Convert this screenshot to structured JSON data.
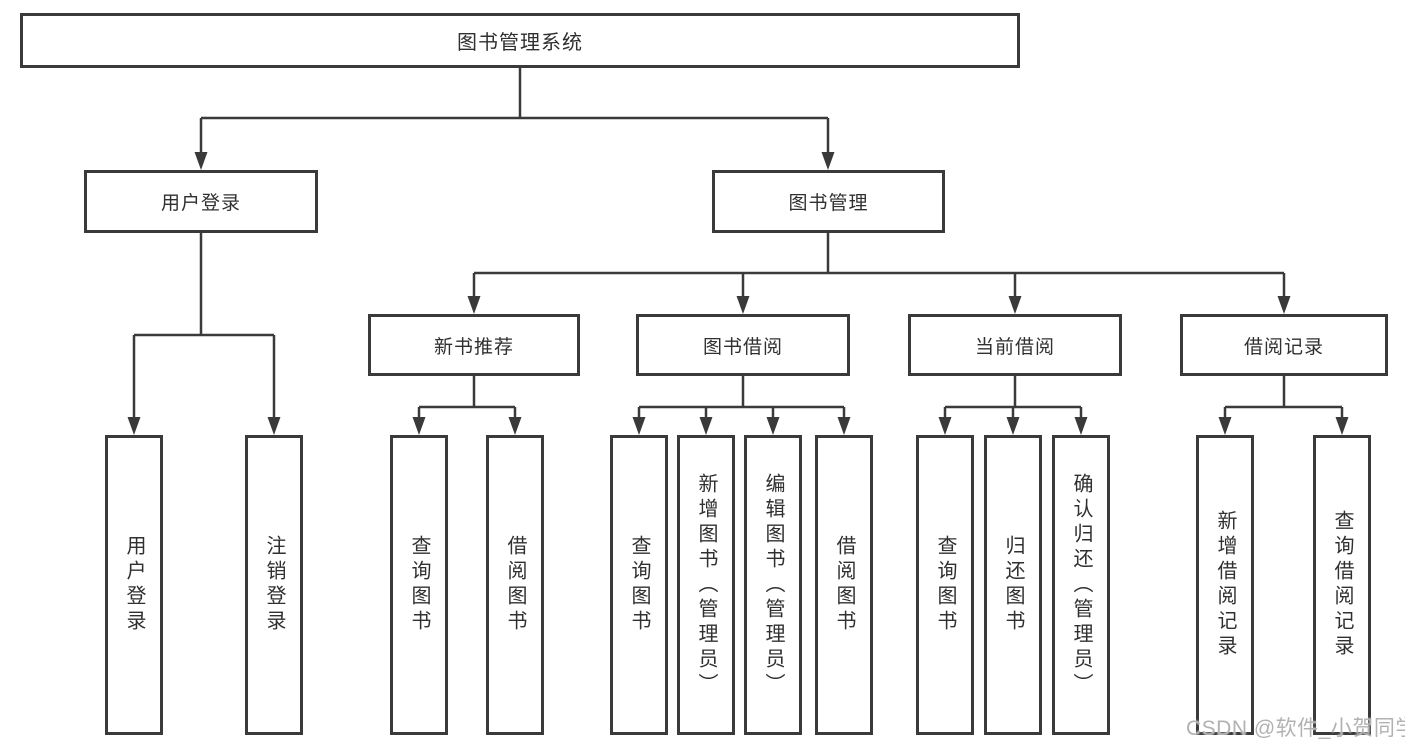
{
  "diagram": {
    "title": "图书管理系统",
    "root": {
      "label": "图书管理系统"
    },
    "level2": [
      {
        "label": "用户登录"
      },
      {
        "label": "图书管理"
      }
    ],
    "level3": [
      {
        "label": "新书推荐"
      },
      {
        "label": "图书借阅"
      },
      {
        "label": "当前借阅"
      },
      {
        "label": "借阅记录"
      }
    ],
    "leaves": {
      "user_login": [
        {
          "label": "用户登录"
        },
        {
          "label": "注销登录"
        }
      ],
      "new_book": [
        {
          "label": "查询图书"
        },
        {
          "label": "借阅图书"
        }
      ],
      "book_borrow": [
        {
          "label": "查询图书"
        },
        {
          "label": "新增图书（管理员）"
        },
        {
          "label": "编辑图书（管理员）"
        },
        {
          "label": "借阅图书"
        }
      ],
      "current_borrow": [
        {
          "label": "查询图书"
        },
        {
          "label": "归还图书"
        },
        {
          "label": "确认归还（管理员）"
        }
      ],
      "borrow_records": [
        {
          "label": "新增借阅记录"
        },
        {
          "label": "查询借阅记录"
        }
      ]
    }
  },
  "watermark": {
    "text": "CSDN @软件_小贺同学"
  },
  "colors": {
    "line": "#3a3a3a",
    "box_border": "#3a3a3a",
    "text": "#303030",
    "watermark": "#b2b2b2",
    "background": "#ffffff"
  }
}
